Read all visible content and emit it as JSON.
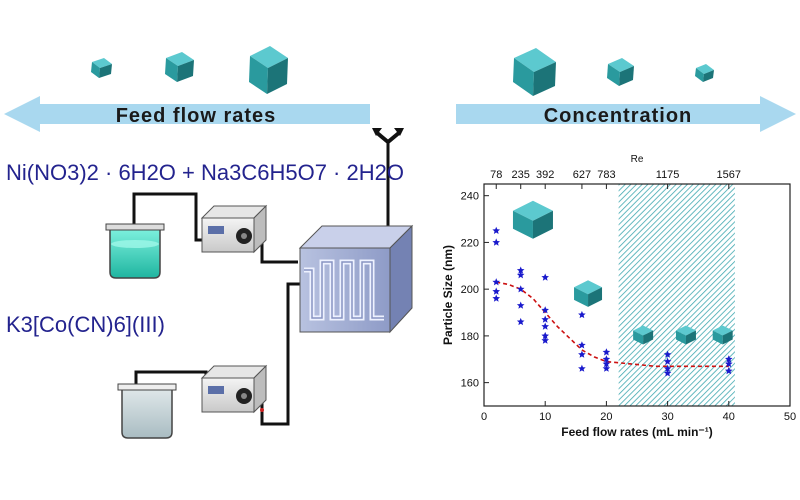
{
  "arrows": {
    "left_label": "Feed flow rates",
    "right_label": "Concentration"
  },
  "reagents": {
    "reagent_1": "Ni(NO3)2 · 6H2O + Na3C6H5O7 · 2H2O",
    "reagent_2": "K3[Co(CN)6](III)"
  },
  "colors": {
    "arrow": "#a9d8ef",
    "cube_front": "#2a9a9e",
    "cube_top": "#5cc9cf",
    "cube_side": "#1c7478",
    "text_blue": "#23238e",
    "marker": "#1a1acc",
    "fit_line": "#cc1111",
    "hatch": "#3fa8b0"
  },
  "chart_data": {
    "type": "scatter",
    "xlabel": "Feed flow rates (mL min⁻¹)",
    "ylabel": "Particle Size (nm)",
    "top_axis_label": "Re",
    "xlim": [
      0,
      50
    ],
    "ylim": [
      150,
      245
    ],
    "x_ticks": [
      "0",
      "10",
      "20",
      "30",
      "40",
      "50"
    ],
    "y_ticks": [
      "160",
      "180",
      "200",
      "220",
      "240"
    ],
    "top_ticks": [
      {
        "x": 2,
        "label": "78"
      },
      {
        "x": 6,
        "label": "235"
      },
      {
        "x": 10,
        "label": "392"
      },
      {
        "x": 16,
        "label": "627"
      },
      {
        "x": 20,
        "label": "783"
      },
      {
        "x": 30,
        "label": "1175"
      },
      {
        "x": 40,
        "label": "1567"
      }
    ],
    "shaded_region_x": [
      22,
      41
    ],
    "series": [
      {
        "points": [
          [
            2,
            225
          ],
          [
            2,
            220
          ],
          [
            2,
            199
          ],
          [
            2,
            196
          ],
          [
            2,
            203
          ],
          [
            6,
            208
          ],
          [
            6,
            200
          ],
          [
            6,
            193
          ],
          [
            6,
            186
          ],
          [
            6,
            206
          ],
          [
            10,
            205
          ],
          [
            10,
            191
          ],
          [
            10,
            187
          ],
          [
            10,
            180
          ],
          [
            10,
            178
          ],
          [
            10,
            184
          ],
          [
            16,
            189
          ],
          [
            16,
            176
          ],
          [
            16,
            172
          ],
          [
            16,
            166
          ],
          [
            20,
            173
          ],
          [
            20,
            170
          ],
          [
            20,
            166
          ],
          [
            20,
            168
          ],
          [
            30,
            172
          ],
          [
            30,
            169
          ],
          [
            30,
            166
          ],
          [
            30,
            164
          ],
          [
            40,
            170
          ],
          [
            40,
            168
          ],
          [
            40,
            165
          ]
        ]
      }
    ],
    "fit_curve": [
      [
        2,
        203
      ],
      [
        4,
        202
      ],
      [
        6,
        200
      ],
      [
        8,
        196
      ],
      [
        10,
        190
      ],
      [
        12,
        184
      ],
      [
        14,
        179
      ],
      [
        16,
        174
      ],
      [
        18,
        171
      ],
      [
        20,
        169
      ],
      [
        24,
        168
      ],
      [
        28,
        167
      ],
      [
        32,
        167
      ],
      [
        36,
        167
      ],
      [
        40,
        167
      ]
    ],
    "grid": false
  }
}
